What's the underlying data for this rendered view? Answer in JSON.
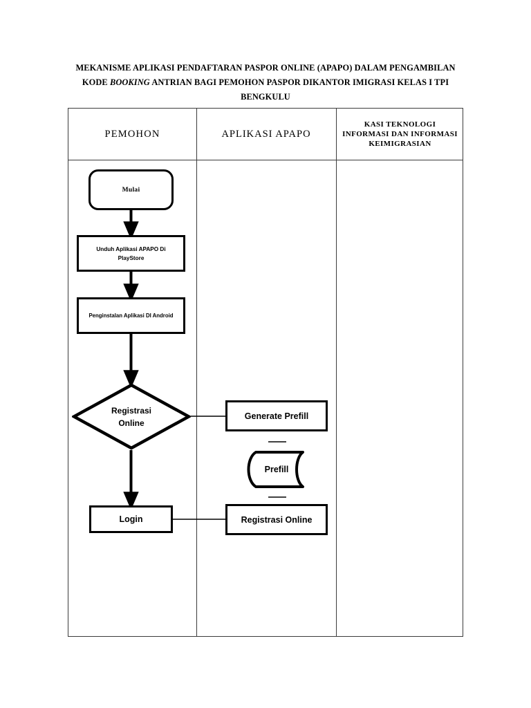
{
  "document": {
    "title_line1": "MEKANISME APLIKASI PENDAFTARAN PASPOR ONLINE (APAPO) DALAM PENGAMBILAN",
    "title_line2_pre": "KODE ",
    "title_line2_italic": "BOOKING",
    "title_line2_post": " ANTRIAN BAGI PEMOHON PASPOR DIKANTOR IMIGRASI KELAS I TPI",
    "title_line3": "BENGKULU"
  },
  "lanes": [
    {
      "id": "pemohon",
      "label": "PEMOHON"
    },
    {
      "id": "aplikasi",
      "label": "APLIKASI APAPO"
    },
    {
      "id": "kasi",
      "label": "KASI TEKNOLOGI INFORMASI DAN INFORMASI KEIMIGRASIAN"
    }
  ],
  "nodes": {
    "mulai": {
      "label": "Mulai",
      "shape": "terminator",
      "lane": "pemohon"
    },
    "unduh": {
      "label": "Unduh Aplikasi APAPO Di PlayStore",
      "shape": "process",
      "lane": "pemohon"
    },
    "penginstalan": {
      "label": "Penginstalan Aplikasi DI Android",
      "shape": "process",
      "lane": "pemohon"
    },
    "decision": {
      "label_line1": "Registrasi",
      "label_line2": "Online",
      "shape": "decision",
      "lane": "pemohon"
    },
    "login": {
      "label": "Login",
      "shape": "process",
      "lane": "pemohon"
    },
    "generate": {
      "label": "Generate Prefill",
      "shape": "process",
      "lane": "aplikasi"
    },
    "prefill": {
      "label": "Prefill",
      "shape": "stored-data",
      "lane": "aplikasi"
    },
    "registrasi2": {
      "label": "Registrasi Online",
      "shape": "process",
      "lane": "aplikasi"
    }
  },
  "colors": {
    "stroke": "#000000",
    "table_border": "#3a3a3a",
    "background": "#ffffff"
  }
}
